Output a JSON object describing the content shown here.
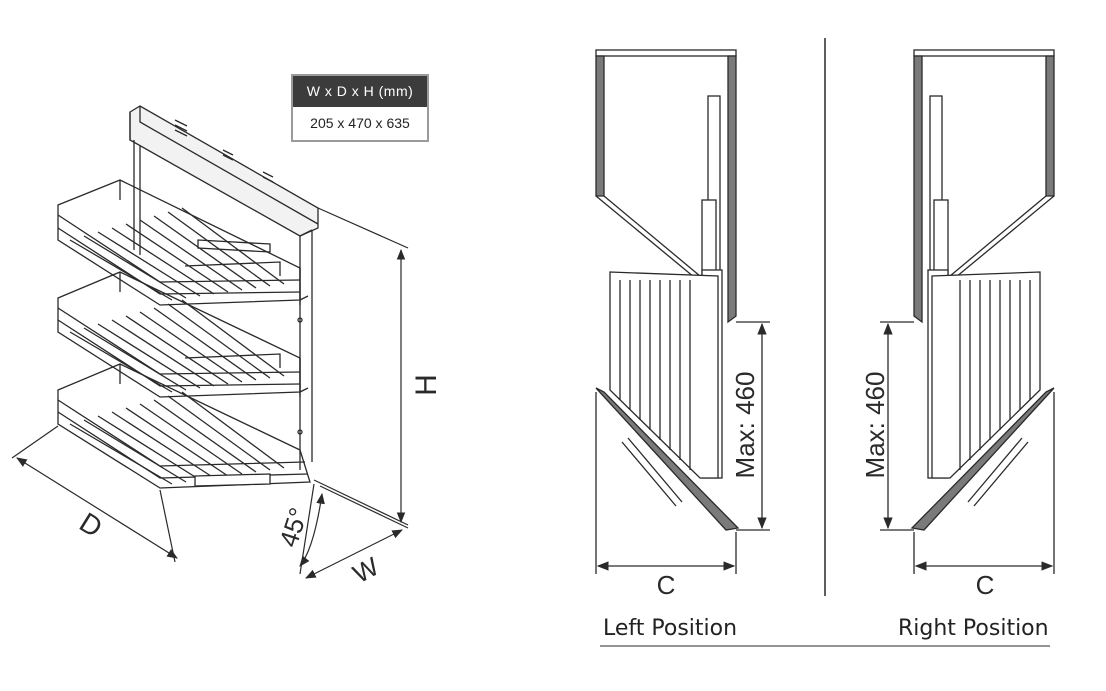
{
  "spec_table": {
    "header": "W x D x H (mm)",
    "value": "205 x 470 x 635"
  },
  "dimensions": {
    "h_label": "H",
    "d_label": "D",
    "w_label": "W",
    "angle_label": "45°",
    "max_label_left": "Max: 460",
    "max_label_right": "Max: 460",
    "c_label_left": "C",
    "c_label_right": "C"
  },
  "positions": {
    "left": "Left Position",
    "right": "Right Position"
  },
  "colors": {
    "line": "#2a2a2a",
    "panel_fill": "#7a7a7a",
    "header_bg": "#3c3c3c"
  }
}
